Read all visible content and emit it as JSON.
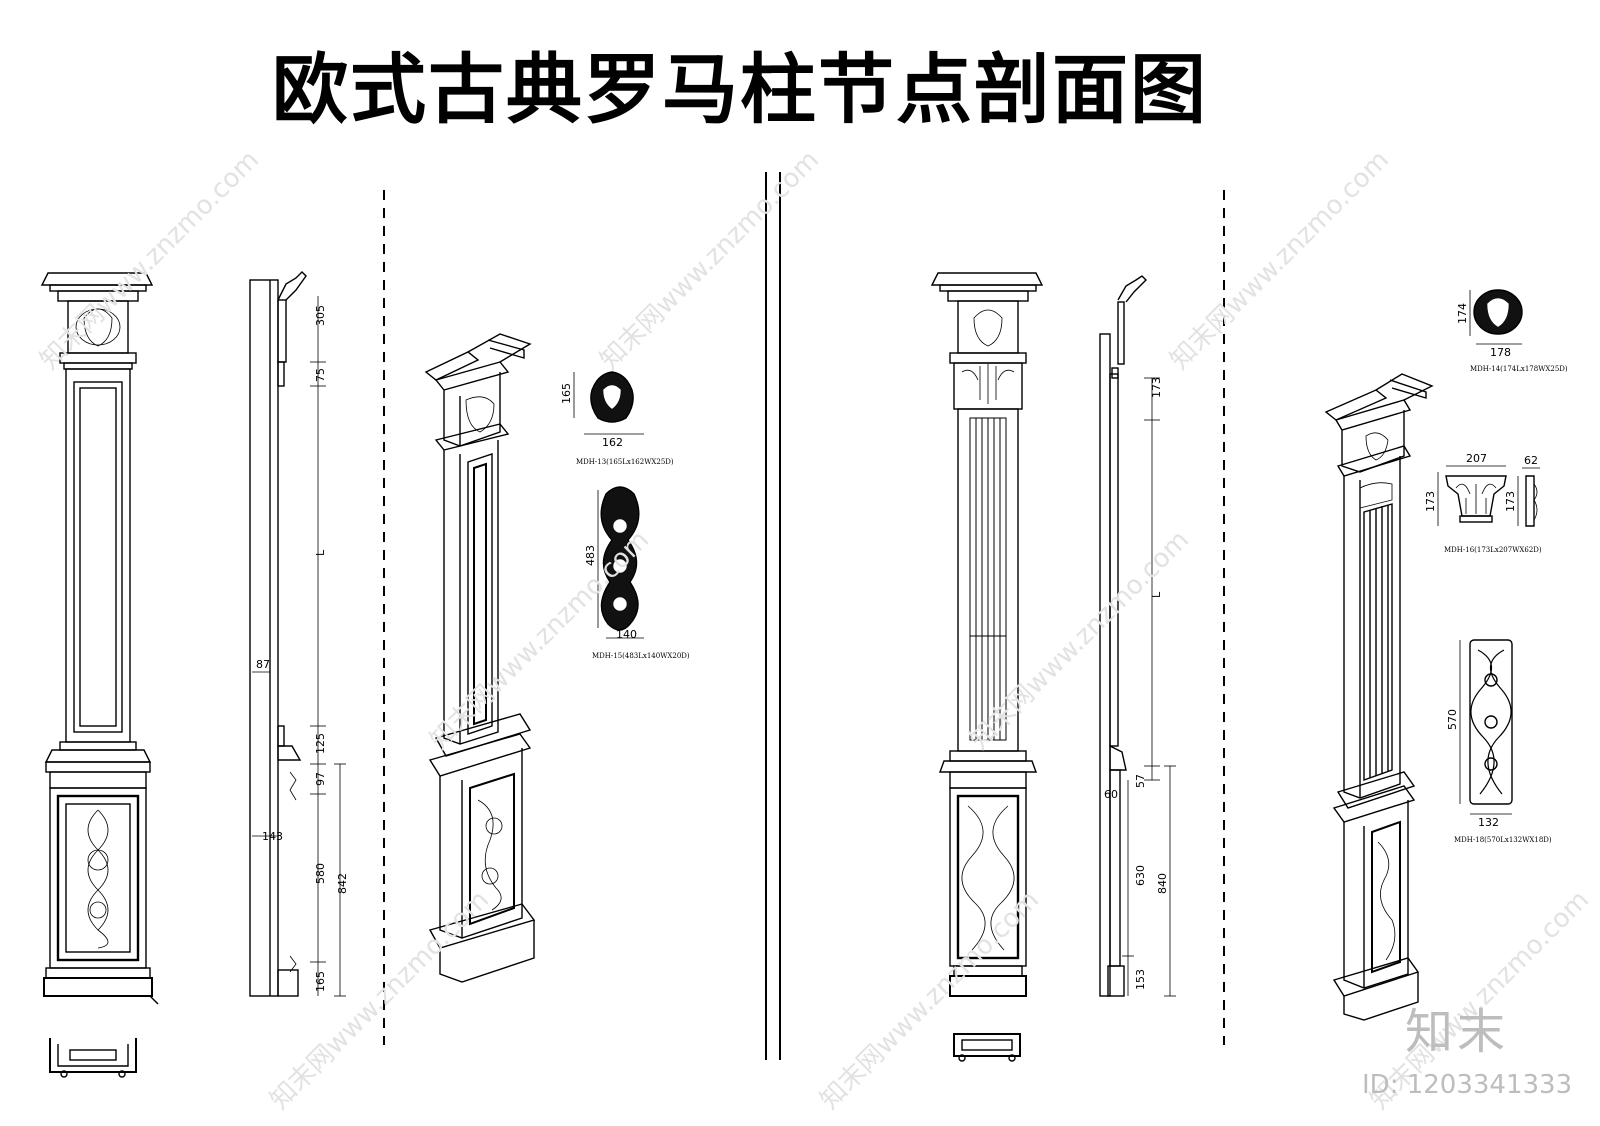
{
  "title": "欧式古典罗马柱节点剖面图",
  "left_set": {
    "section_dims": [
      "305",
      "75",
      "L",
      "87",
      "125",
      "97",
      "143",
      "580",
      "842",
      "165"
    ],
    "ornaments": [
      {
        "height": "165",
        "width": "162",
        "caption": "MDH-13(165Lx162WX25D)"
      },
      {
        "height": "483",
        "width": "140",
        "caption": "MDH-15(483Lx140WX20D)"
      }
    ]
  },
  "right_set": {
    "section_dims": [
      "173",
      "L",
      "60",
      "57",
      "630",
      "840",
      "153"
    ],
    "ornaments": [
      {
        "height": "174",
        "width": "178",
        "caption": "MDH-14(174Lx178WX25D)"
      },
      {
        "height": "173",
        "width": "207",
        "depth": "62",
        "caption": "MDH-16(173Lx207WX62D)"
      },
      {
        "height": "570",
        "width": "132",
        "caption": "MDH-18(570Lx132WX18D)"
      }
    ]
  },
  "watermark": {
    "brand": "知末",
    "id": "ID: 1203341333",
    "site": "知末网www.znzmo.com"
  }
}
